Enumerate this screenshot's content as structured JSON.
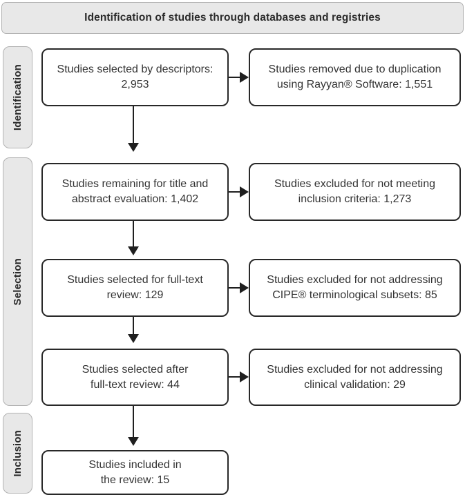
{
  "header": {
    "title": "Identification of studies through databases and registries"
  },
  "phases": [
    {
      "label": "Identification"
    },
    {
      "label": "Selection"
    },
    {
      "label": "Inclusion"
    }
  ],
  "flow": {
    "boxes": {
      "selected_by_descriptors": {
        "lines": [
          "Studies selected by descriptors:",
          "2,953"
        ]
      },
      "removed_duplicates": {
        "lines": [
          "Studies removed due to duplication",
          "using Rayyan® Software: 1,551"
        ]
      },
      "title_abstract": {
        "lines": [
          "Studies remaining for title and",
          "abstract evaluation: 1,402"
        ]
      },
      "excluded_criteria": {
        "lines": [
          "Studies excluded for not meeting",
          "inclusion criteria: 1,273"
        ]
      },
      "fulltext_review": {
        "lines": [
          "Studies selected for full-text",
          "review: 129"
        ]
      },
      "excluded_cipe": {
        "lines": [
          "Studies excluded for not addressing",
          "CIPE® terminological subsets: 85"
        ]
      },
      "after_fulltext": {
        "lines": [
          "Studies selected after",
          "full-text review: 44"
        ]
      },
      "excluded_validation": {
        "lines": [
          "Studies excluded for not addressing",
          "clinical validation: 29"
        ]
      },
      "included": {
        "lines": [
          "Studies included in",
          "the review: 15"
        ]
      }
    },
    "counts": {
      "identified": "2,953",
      "duplicates_removed": "1,551",
      "title_abstract_screened": "1,402",
      "excluded_criteria": "1,273",
      "fulltext": "129",
      "excluded_cipe": "85",
      "after_fulltext": "44",
      "excluded_validation": "29",
      "included": "15"
    }
  }
}
